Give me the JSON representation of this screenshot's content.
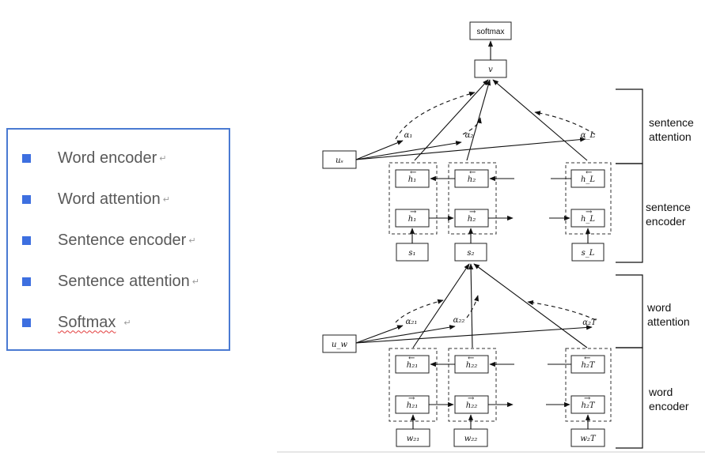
{
  "legend": {
    "items": [
      {
        "label": "Word encoder",
        "mark": "↵"
      },
      {
        "label": "Word attention",
        "mark": "↵"
      },
      {
        "label": "Sentence encoder",
        "mark": "↵"
      },
      {
        "label": "Sentence attention",
        "mark": "↵"
      },
      {
        "label": "Softmax",
        "mark": "↵"
      }
    ]
  },
  "diagram": {
    "softmax": "softmax",
    "v": "v",
    "us": "uₛ",
    "uw": "u_w",
    "sentence_alphas": [
      "α₁",
      "α₂",
      "α_L"
    ],
    "sentence_h_back": [
      "h₁",
      "h₂",
      "h_L"
    ],
    "sentence_h_fwd": [
      "h₁",
      "h₂",
      "h_L"
    ],
    "sentence_inputs": [
      "s₁",
      "s₂",
      "s_L"
    ],
    "word_alphas": [
      "α₂₁",
      "α₂₂",
      "α₂T"
    ],
    "word_h_back": [
      "h₂₁",
      "h₂₂",
      "h₂T"
    ],
    "word_h_fwd": [
      "h₂₁",
      "h₂₂",
      "h₂T"
    ],
    "word_inputs": [
      "w₂₁",
      "w₂₂",
      "w₂T"
    ],
    "side_labels": {
      "sentence_attention": [
        "sentence",
        "attention"
      ],
      "sentence_encoder": [
        "sentence",
        "encoder"
      ],
      "word_attention": [
        "word",
        "attention"
      ],
      "word_encoder": [
        "word",
        "encoder"
      ]
    }
  }
}
